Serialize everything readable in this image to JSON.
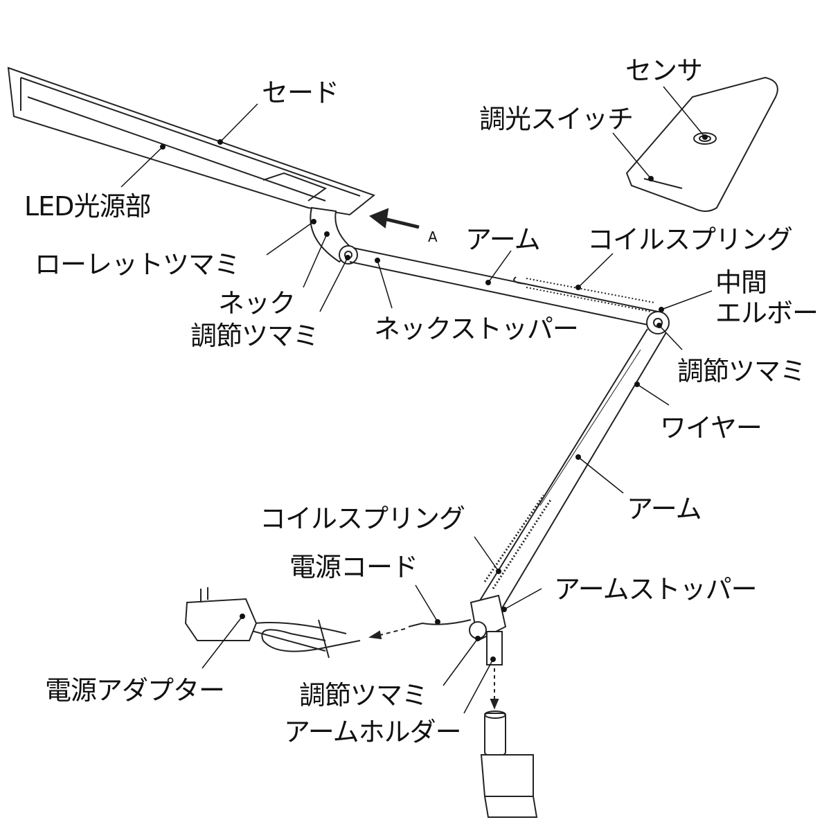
{
  "labels": {
    "shade": "セード",
    "sensor": "センサ",
    "dimmer_switch": "調光スイッチ",
    "led_light_source": "LED光源部",
    "view_a": "A",
    "arm_upper": "アーム",
    "coil_spring_upper": "コイルスプリング",
    "knurled_knob": "ローレットツマミ",
    "middle_elbow_line1": "中間",
    "middle_elbow_line2": "エルボー",
    "neck": "ネック",
    "adjust_knob_neck": "調節ツマミ",
    "neck_stopper": "ネックストッパー",
    "adjust_knob_elbow": "調節ツマミ",
    "wire": "ワイヤー",
    "arm_lower": "アーム",
    "coil_spring_lower": "コイルスプリング",
    "power_cord": "電源コード",
    "arm_stopper": "アームストッパー",
    "power_adapter": "電源アダプター",
    "adjust_knob_base": "調節ツマミ",
    "arm_holder": "アームホルダー"
  }
}
